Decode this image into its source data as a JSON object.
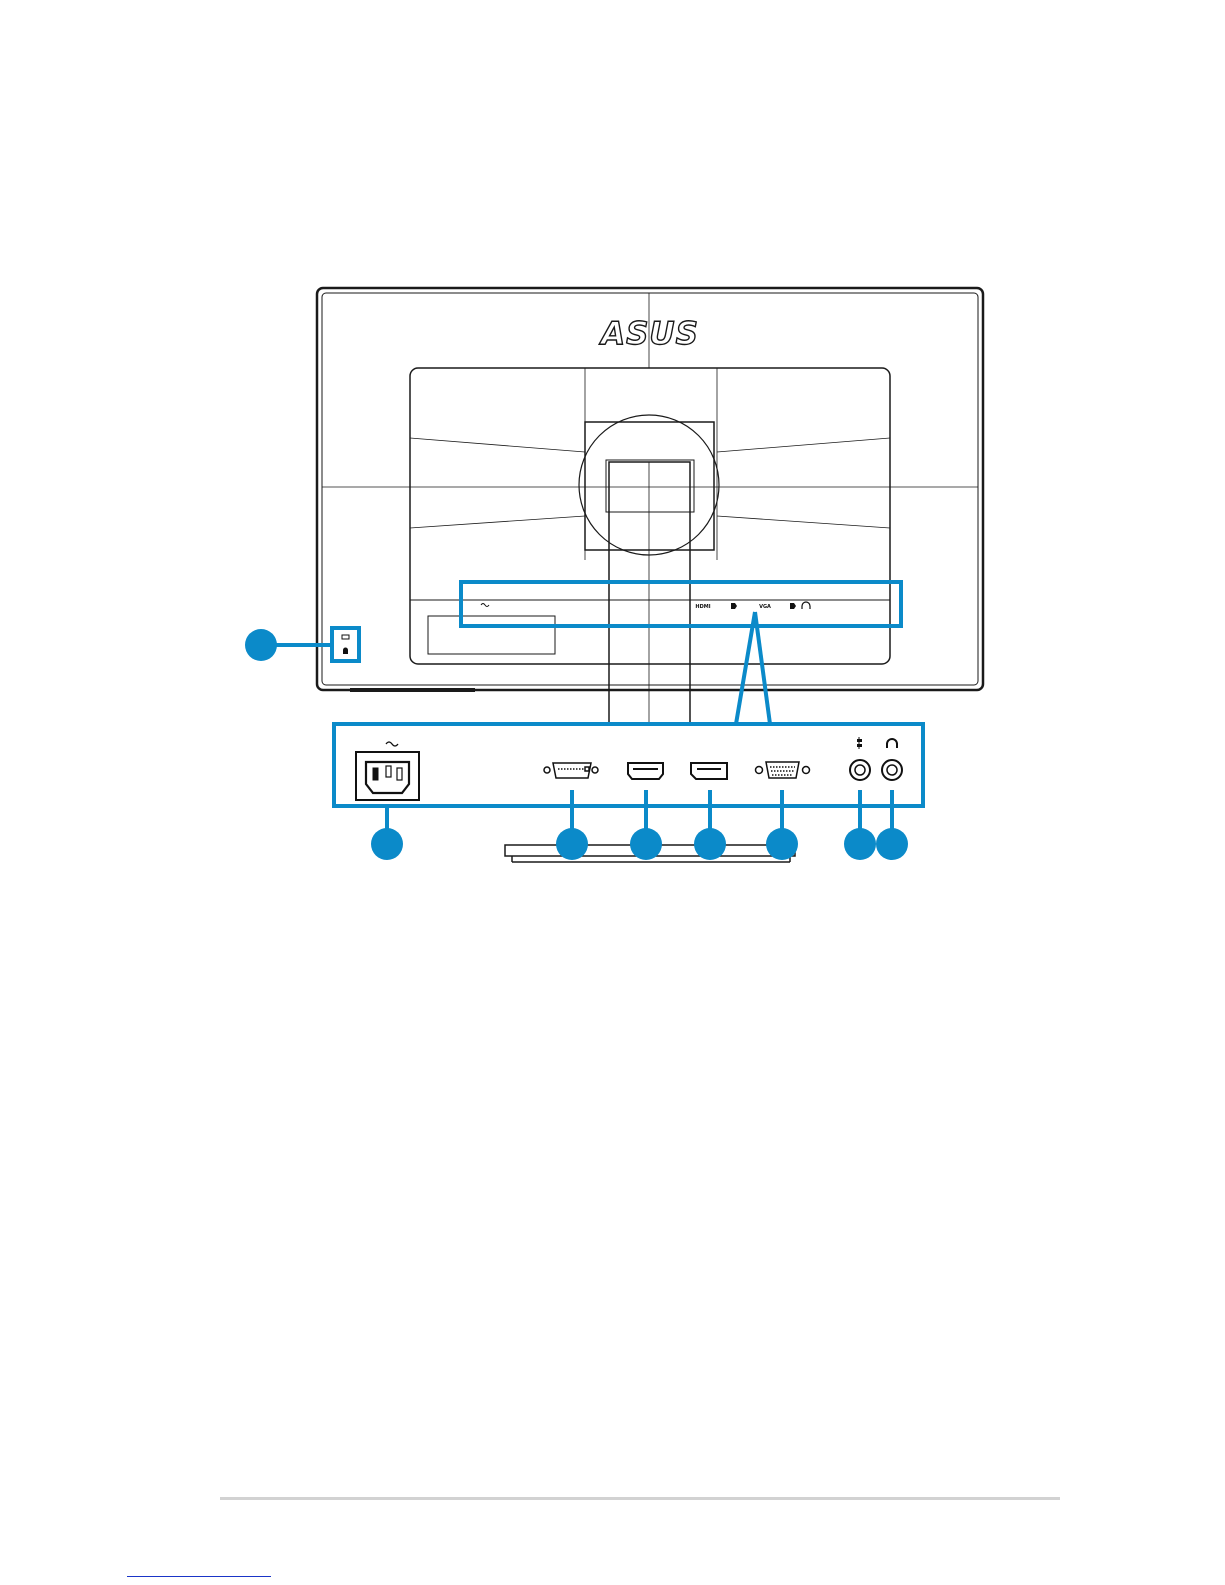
{
  "brand": {
    "logo_text": "ASUS"
  },
  "connector_strip": {
    "labels": {
      "hdmi": "HDMI",
      "vga": "VGA"
    }
  },
  "callouts": [
    {
      "id": "kensington-lock"
    },
    {
      "id": "ac-input-port"
    },
    {
      "id": "dvi-port"
    },
    {
      "id": "hdmi-port"
    },
    {
      "id": "displayport"
    },
    {
      "id": "vga-port"
    },
    {
      "id": "audio-in-port"
    },
    {
      "id": "earphone-jack"
    }
  ],
  "colors": {
    "callout_blue": "#0b8ac9",
    "outline": "#1a1a1a",
    "footer_rule": "#d2d2d2"
  },
  "icons": [
    "ac-power-icon",
    "audio-in-icon",
    "headphone-icon",
    "displayport-icon",
    "lock-icon"
  ]
}
